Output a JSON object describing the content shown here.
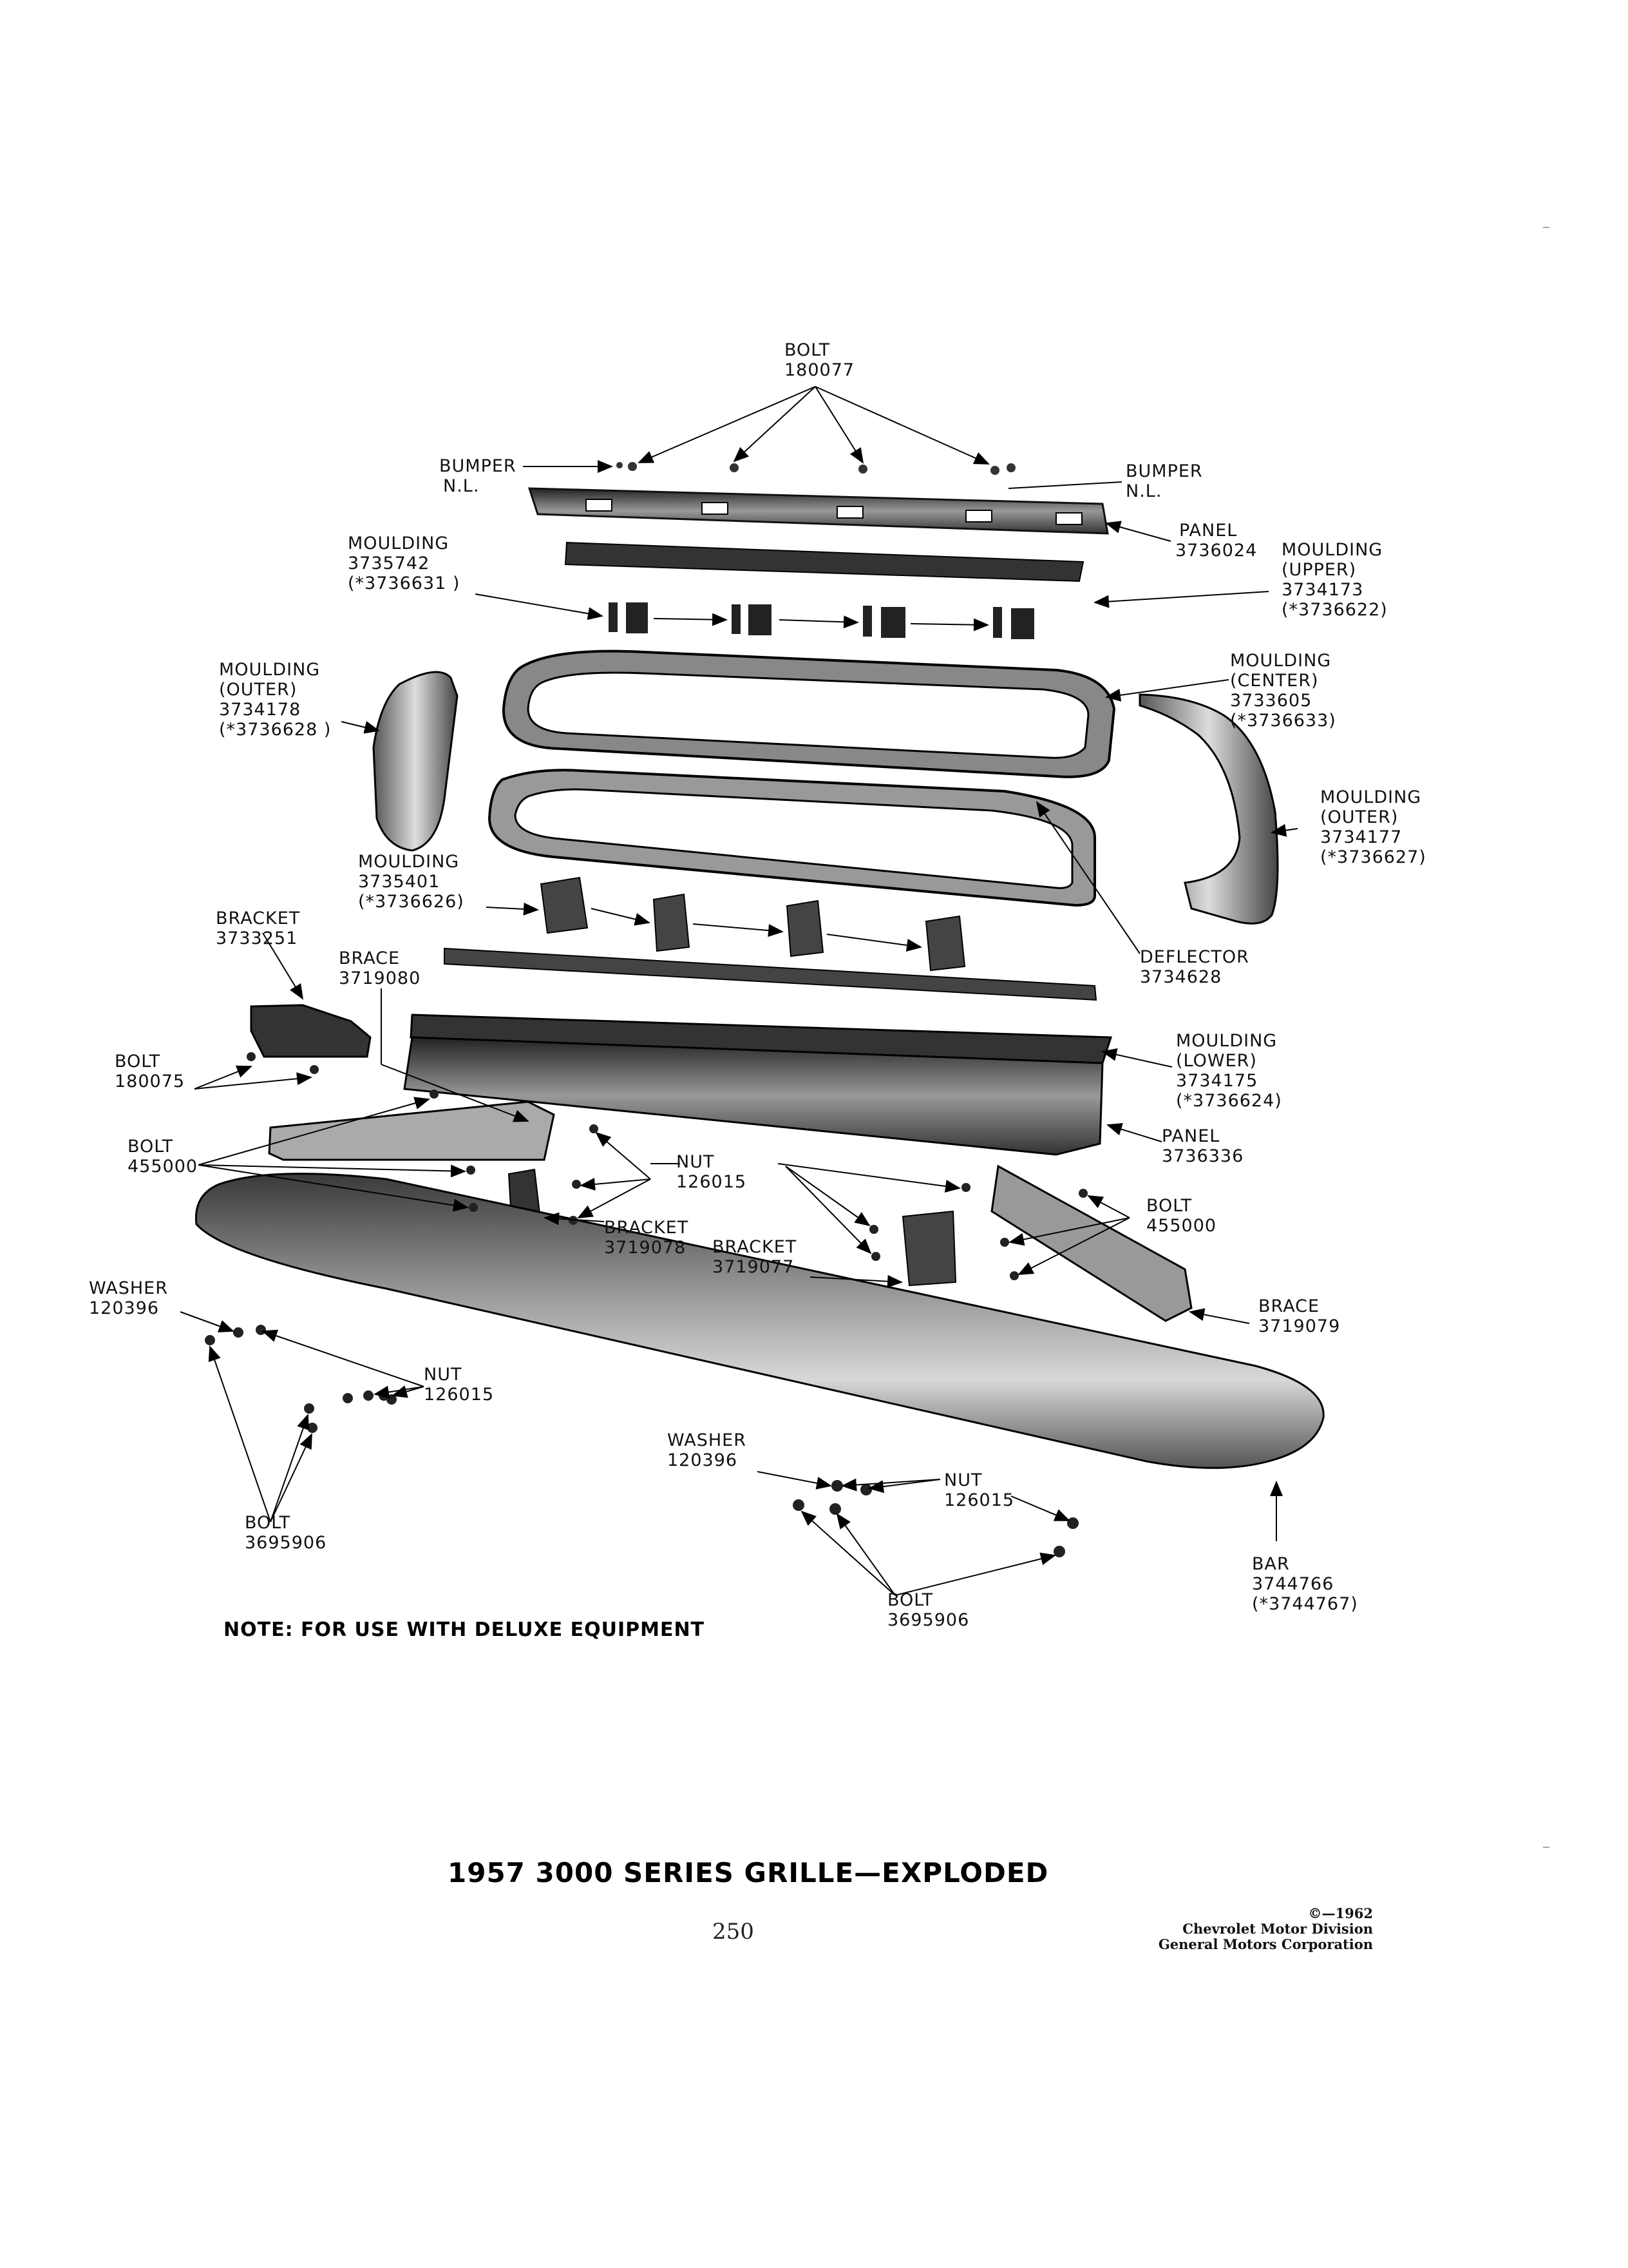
{
  "labels": {
    "bolt_top": [
      "BOLT",
      "180077"
    ],
    "bumper_left": [
      "BUMPER",
      "N.L."
    ],
    "bumper_right": [
      "BUMPER",
      "N.L."
    ],
    "panel_upper": [
      "PANEL",
      "3736024"
    ],
    "moulding_upper": [
      "MOULDING",
      "(UPPER)",
      "3734173",
      "(*3736622)"
    ],
    "moulding_3735742": [
      "MOULDING",
      "3735742",
      "(*3736631 )"
    ],
    "moulding_outer_left": [
      "MOULDING",
      "(OUTER)",
      "3734178",
      "(*3736628 )"
    ],
    "moulding_center": [
      "MOULDING",
      "(CENTER)",
      "3733605",
      "(*3736633)"
    ],
    "moulding_outer_right": [
      "MOULDING",
      "(OUTER)",
      "3734177",
      "(*3736627)"
    ],
    "moulding_3735401": [
      "MOULDING",
      "3735401",
      "(*3736626)"
    ],
    "bracket_3733251": [
      "BRACKET",
      "3733251"
    ],
    "brace_3719080": [
      "BRACE",
      "3719080"
    ],
    "deflector": [
      "DEFLECTOR",
      "3734628"
    ],
    "moulding_lower": [
      "MOULDING",
      "(LOWER)",
      "3734175",
      "(*3736624)"
    ],
    "bolt_180075": [
      "BOLT",
      "180075"
    ],
    "panel_lower": [
      "PANEL",
      "3736336"
    ],
    "bolt_455000_left": [
      "BOLT",
      "455000"
    ],
    "nut_126015_mid": [
      "NUT",
      "126015"
    ],
    "bolt_455000_right": [
      "BOLT",
      "455000"
    ],
    "bracket_3719078": [
      "BRACKET",
      "3719078"
    ],
    "bracket_3719077": [
      "BRACKET",
      "3719077"
    ],
    "brace_3719079": [
      "BRACE",
      "3719079"
    ],
    "washer_left": [
      "WASHER",
      "120396"
    ],
    "nut_126015_left": [
      "NUT",
      "126015"
    ],
    "washer_center": [
      "WASHER",
      "120396"
    ],
    "nut_126015_right": [
      "NUT",
      "126015"
    ],
    "bolt_3695906_left": [
      "BOLT",
      "3695906"
    ],
    "bar": [
      "BAR",
      "3744766",
      "(*3744767)"
    ],
    "bolt_3695906_right": [
      "BOLT",
      "3695906"
    ]
  },
  "note": "NOTE: FOR USE WITH DELUXE EQUIPMENT",
  "title": "1957 3000 SERIES GRILLE—EXPLODED",
  "page_number": "250",
  "copyright": [
    "©—1962",
    "Chevrolet Motor Division",
    "General Motors Corporation"
  ]
}
